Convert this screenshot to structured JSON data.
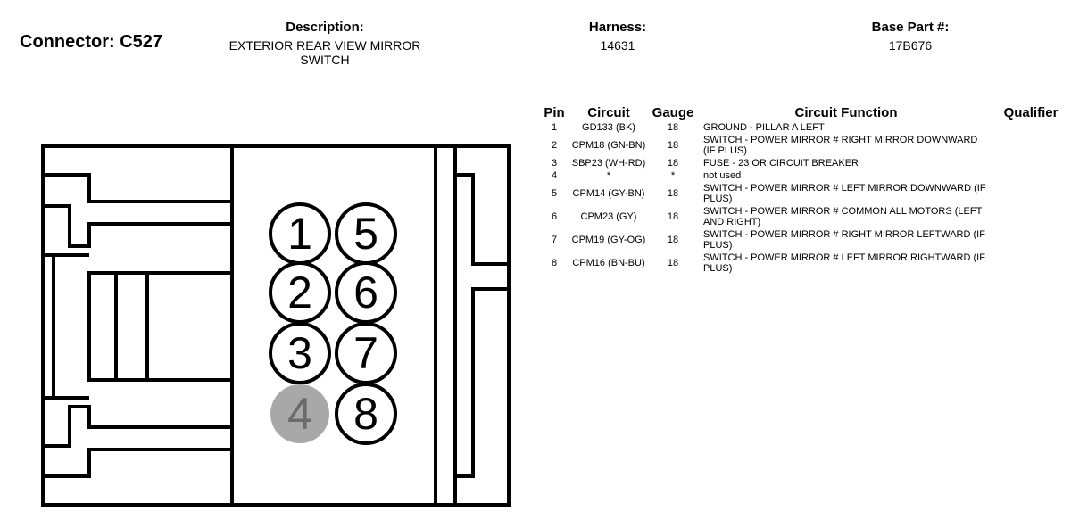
{
  "connector": {
    "title": "Connector: C527"
  },
  "description": {
    "label": "Description:",
    "line1": "EXTERIOR REAR VIEW MIRROR",
    "line2": "SWITCH"
  },
  "harness": {
    "label": "Harness:",
    "value": "14631"
  },
  "base_part": {
    "label": "Base Part #:",
    "value": "17B676"
  },
  "table": {
    "headers": {
      "pin": "Pin",
      "circuit": "Circuit",
      "gauge": "Gauge",
      "function": "Circuit Function",
      "qualifier": "Qualifier"
    },
    "rows": [
      {
        "pin": "1",
        "circuit": "GD133 (BK)",
        "gauge": "18",
        "function": "GROUND - PILLAR A LEFT"
      },
      {
        "pin": "2",
        "circuit": "CPM18 (GN-BN)",
        "gauge": "18",
        "function": "SWITCH - POWER MIRROR # RIGHT MIRROR DOWNWARD (IF PLUS)"
      },
      {
        "pin": "3",
        "circuit": "SBP23 (WH-RD)",
        "gauge": "18",
        "function": "FUSE - 23 OR CIRCUIT BREAKER"
      },
      {
        "pin": "4",
        "circuit": "*",
        "gauge": "*",
        "function": "not used"
      },
      {
        "pin": "5",
        "circuit": "CPM14 (GY-BN)",
        "gauge": "18",
        "function": "SWITCH - POWER MIRROR # LEFT MIRROR DOWNWARD (IF PLUS)"
      },
      {
        "pin": "6",
        "circuit": "CPM23 (GY)",
        "gauge": "18",
        "function": "SWITCH - POWER MIRROR # COMMON ALL MOTORS (LEFT AND RIGHT)"
      },
      {
        "pin": "7",
        "circuit": "CPM19 (GY-OG)",
        "gauge": "18",
        "function": "SWITCH - POWER MIRROR # RIGHT MIRROR LEFTWARD (IF PLUS)"
      },
      {
        "pin": "8",
        "circuit": "CPM16 (BN-BU)",
        "gauge": "18",
        "function": "SWITCH - POWER MIRROR # LEFT MIRROR RIGHTWARD (IF PLUS)"
      }
    ]
  },
  "diagram": {
    "pins": [
      {
        "label": "1",
        "used": true
      },
      {
        "label": "5",
        "used": true
      },
      {
        "label": "2",
        "used": true
      },
      {
        "label": "6",
        "used": true
      },
      {
        "label": "3",
        "used": true
      },
      {
        "label": "7",
        "used": true
      },
      {
        "label": "4",
        "used": false
      },
      {
        "label": "8",
        "used": true
      }
    ],
    "colors": {
      "outline": "#000000",
      "unused_fill": "#a8a8a8",
      "unused_text": "#6b6b6b"
    }
  }
}
